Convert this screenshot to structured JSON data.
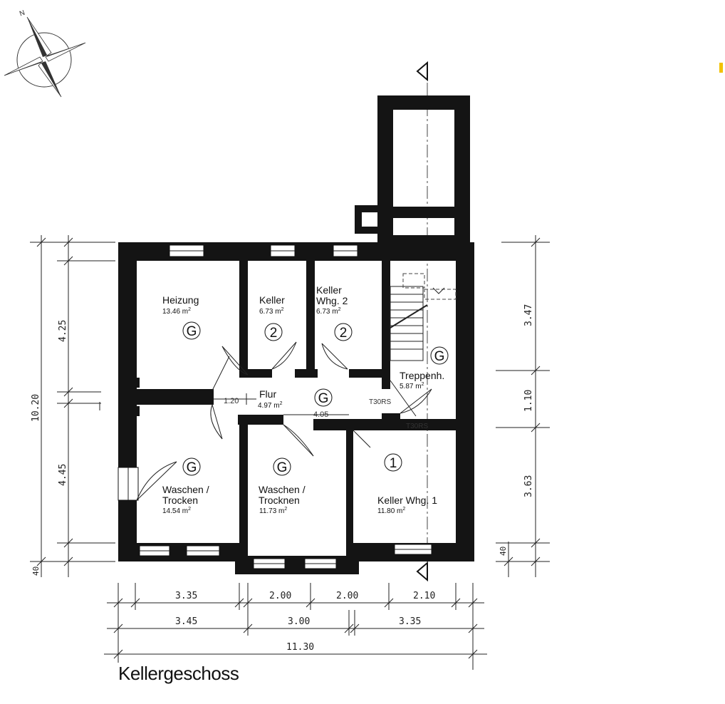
{
  "title": "Kellergeschoss",
  "compass_label": "N",
  "rooms": [
    {
      "name": "Heizung",
      "name2": "",
      "area": "13.46 m",
      "badge": "G"
    },
    {
      "name": "Keller",
      "name2": "",
      "area": "6.73 m",
      "badge": "2"
    },
    {
      "name": "Keller",
      "name2": "Whg. 2",
      "area": "6.73 m",
      "badge": "2"
    },
    {
      "name": "Treppenh.",
      "name2": "",
      "area": "5.87 m",
      "badge": "G"
    },
    {
      "name": "Flur",
      "name2": "",
      "area": "4.97 m",
      "badge": "G"
    },
    {
      "name": "Waschen /",
      "name2": "Trocken",
      "area": "14.54 m",
      "badge": "G"
    },
    {
      "name": "Waschen /",
      "name2": "Trocknen",
      "area": "11.73 m",
      "badge": "G"
    },
    {
      "name": "Keller Whg. 1",
      "name2": "",
      "area": "11.80 m",
      "badge": "1"
    }
  ],
  "area_exponent": "2",
  "door_labels": [
    "T30RS",
    "T30RS"
  ],
  "inner_dims": [
    "1.20",
    "4.05"
  ],
  "dims_bottom_row1": [
    "3.35",
    "2.00",
    "2.00",
    "2.10"
  ],
  "dims_bottom_row2": [
    "3.45",
    "3.00",
    "3.35"
  ],
  "dims_bottom_total": "11.30",
  "dims_left": [
    "4.25",
    "4.45",
    "40"
  ],
  "dims_left_total": "10.20",
  "dims_right": [
    "3.47",
    "1.10",
    "3.63",
    "40"
  ]
}
